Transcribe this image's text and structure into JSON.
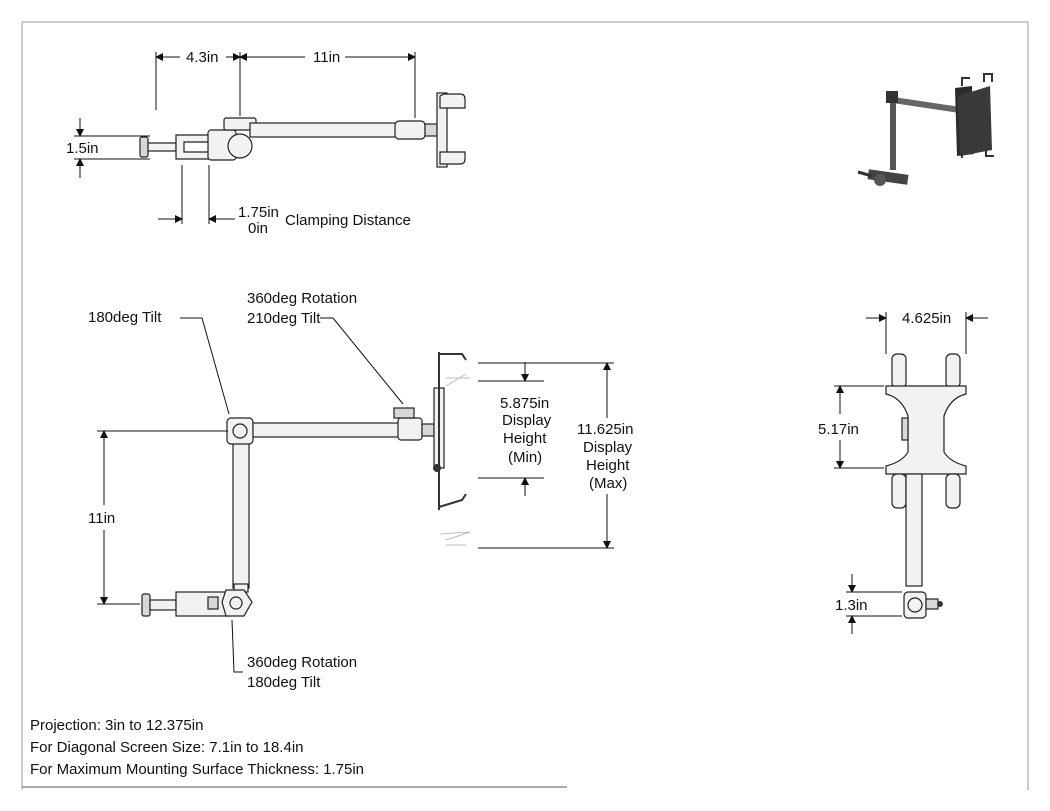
{
  "top_view": {
    "dim_left": "4.3in",
    "dim_right": "11in",
    "dim_height": "1.5in",
    "clamp_max": "1.75in",
    "clamp_min": "0in",
    "clamp_label": "Clamping Distance"
  },
  "side_view": {
    "joint_top_label": "180deg Tilt",
    "head_label_line1": "360deg Rotation",
    "head_label_line2": "210deg Tilt",
    "vertical_dim": "11in",
    "min_height_value": "5.875in",
    "min_height_l1": "Display",
    "min_height_l2": "Height",
    "min_height_l3": "(Min)",
    "max_height_value": "11.625in",
    "max_height_l1": "Display",
    "max_height_l2": "Height",
    "max_height_l3": "(Max)",
    "base_label_line1": "360deg Rotation",
    "base_label_line2": "180deg Tilt"
  },
  "front_view": {
    "width_dim": "4.625in",
    "holder_height_dim": "5.17in",
    "clamp_dim": "1.3in"
  },
  "notes": {
    "projection": "Projection: 3in to 12.375in",
    "diagonal": "For Diagonal Screen Size: 7.1in to 18.4in",
    "thickness": "For Maximum Mounting Surface Thickness: 1.75in"
  }
}
